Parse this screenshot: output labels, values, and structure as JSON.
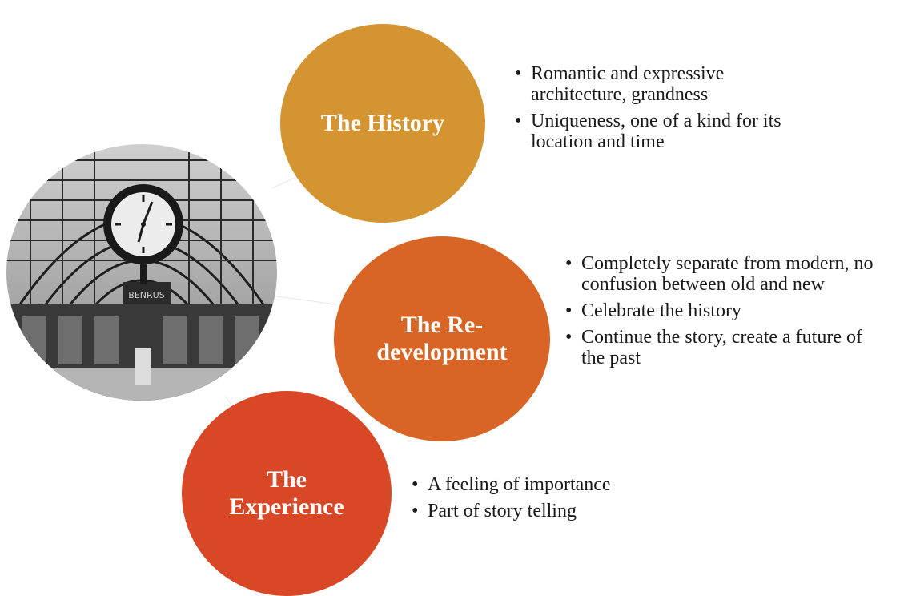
{
  "colors": {
    "history": "#d49431",
    "redevelopment": "#d86526",
    "experience": "#d94826"
  },
  "photo": {
    "icon": "clock-station-photo"
  },
  "nodes": [
    {
      "title": "The History",
      "bullets": [
        "Romantic and expressive architecture, grandness",
        "Uniqueness, one of a kind for its location and time"
      ]
    },
    {
      "title": "The Re-development",
      "bullets": [
        "Completely separate from modern, no confusion between old and new",
        "Celebrate the history",
        "Continue the story, create a future of the past"
      ]
    },
    {
      "title": "The Experience",
      "bullets": [
        "A feeling of importance",
        "Part of story telling"
      ]
    }
  ]
}
